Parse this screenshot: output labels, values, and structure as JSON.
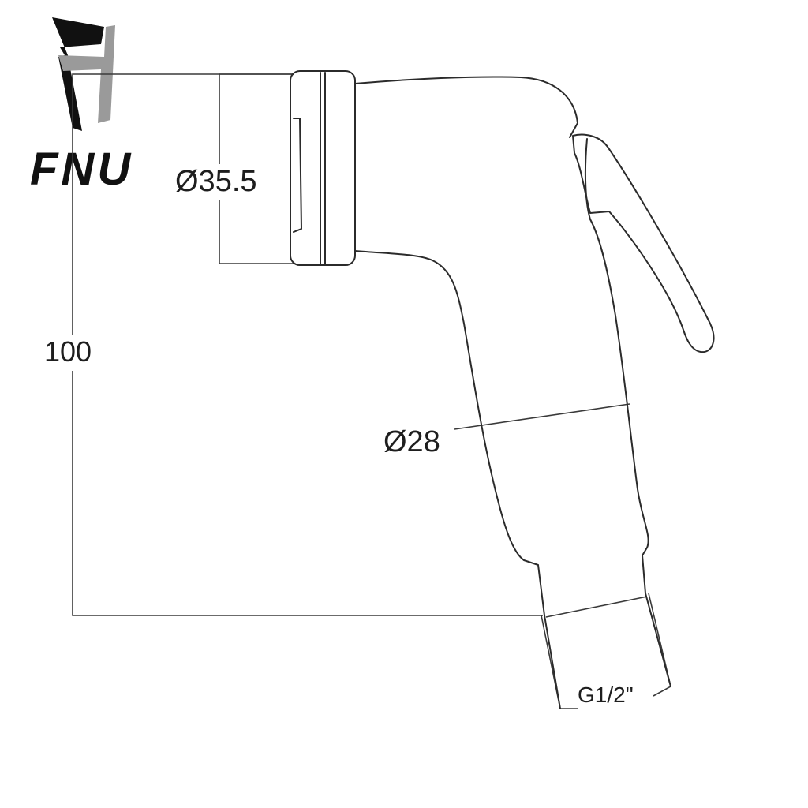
{
  "brand": {
    "name": "FNU",
    "logo_colors": [
      "#111111",
      "#9a9a9a"
    ]
  },
  "dimensions": {
    "height": "100",
    "head_diameter": "Ø35.5",
    "handle_diameter": "Ø28",
    "thread": "G1/2\""
  },
  "colors": {
    "line": "#2b2b2b",
    "background": "#ffffff"
  }
}
